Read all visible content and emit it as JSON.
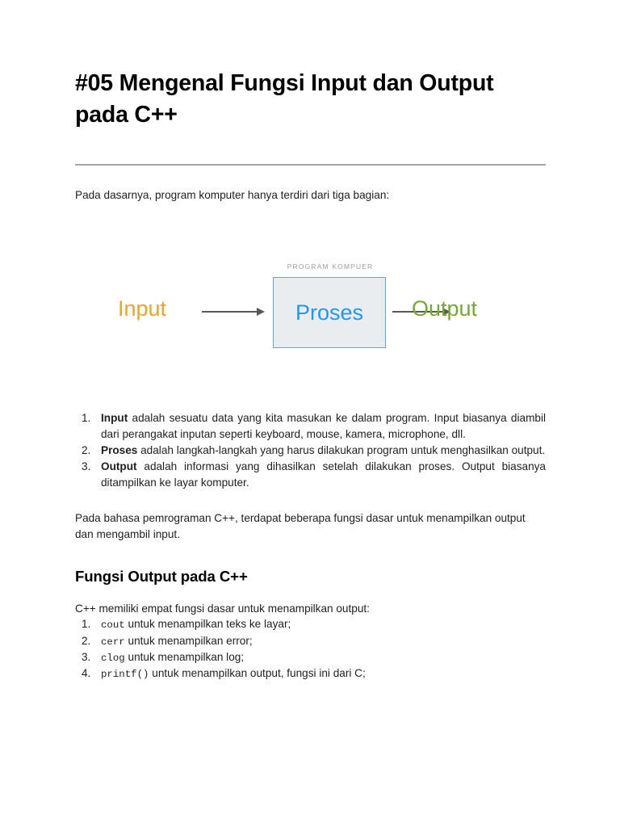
{
  "document": {
    "title": "#05 Mengenal Fungsi Input dan Output pada C++",
    "intro_paragraph": "Pada dasarnya, program komputer hanya terdiri dari tiga bagian:",
    "figure": {
      "caption_label": "PROGRAM KOMPUER",
      "input_label": "Input",
      "process_label": "Proses",
      "output_label": "Output",
      "colors": {
        "input": "#eda32a",
        "process_text": "#2196f3",
        "process_border": "#5aa9e6",
        "process_fill": "#e9edf0",
        "output": "#76a832",
        "arrow": "#58585a",
        "caption": "#9d9d9d"
      }
    },
    "definitions": [
      {
        "number": "1.",
        "term": "Input",
        "text": " adalah sesuatu data yang kita masukan ke dalam program. Input biasanya diambil dari perangakat inputan seperti keyboard, mouse, kamera, microphone, dll."
      },
      {
        "number": "2.",
        "term": "Proses",
        "text": " adalah langkah-langkah yang harus dilakukan program untuk menghasilkan output."
      },
      {
        "number": "3.",
        "term": "Output",
        "text": " adalah informasi yang dihasilkan setelah dilakukan proses. Output biasanya ditampilkan ke layar komputer."
      }
    ],
    "mid_paragraph": "Pada bahasa pemrograman C++, terdapat beberapa fungsi dasar untuk menampilkan output dan mengambil input.",
    "section_heading": "Fungsi Output pada C++",
    "section_paragraph": "C++ memiliki empat fungsi dasar untuk menampilkan output:",
    "functions": [
      {
        "number": "1.",
        "code": "cout",
        "text": " untuk menampilkan teks ke layar;"
      },
      {
        "number": "2.",
        "code": "cerr",
        "text": " untuk menampilkan error;"
      },
      {
        "number": "3.",
        "code": "clog",
        "text": " untuk menampilkan log;"
      },
      {
        "number": "4.",
        "code": "printf()",
        "text": " untuk menampilkan output, fungsi ini dari C;"
      }
    ]
  }
}
